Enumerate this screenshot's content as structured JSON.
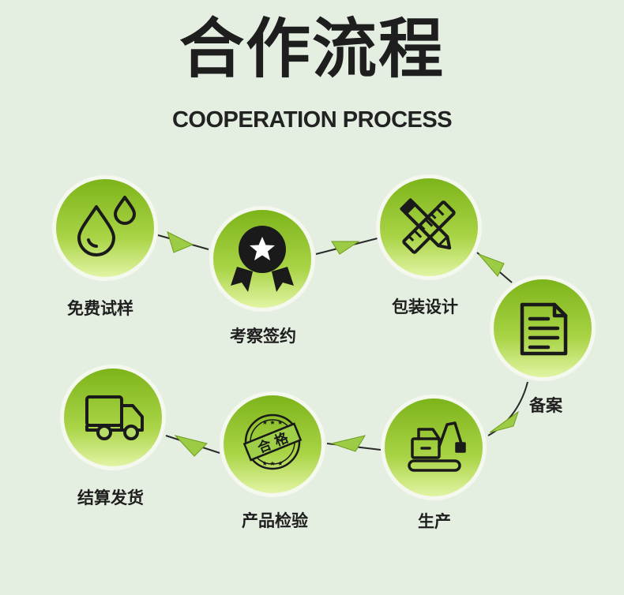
{
  "header": {
    "title": "合作流程",
    "subtitle": "COOPERATION PROCESS"
  },
  "steps": [
    {
      "label": "免费试样",
      "icon": "water-drops-icon"
    },
    {
      "label": "考察签约",
      "icon": "award-badge-icon"
    },
    {
      "label": "包装设计",
      "icon": "pencil-ruler-icon"
    },
    {
      "label": "备案",
      "icon": "document-icon"
    },
    {
      "label": "生产",
      "icon": "excavator-icon"
    },
    {
      "label": "产品检验",
      "icon": "qualified-stamp-icon"
    },
    {
      "label": "结算发货",
      "icon": "delivery-truck-icon"
    }
  ],
  "stamp_text": "合 格",
  "colors": {
    "background": "#e4efe2",
    "circle_top": "#7fb51c",
    "circle_bottom": "#def29c",
    "circle_ring": "#f4f8ee",
    "arrow": "#93c23a",
    "text": "#1e1e1e"
  }
}
